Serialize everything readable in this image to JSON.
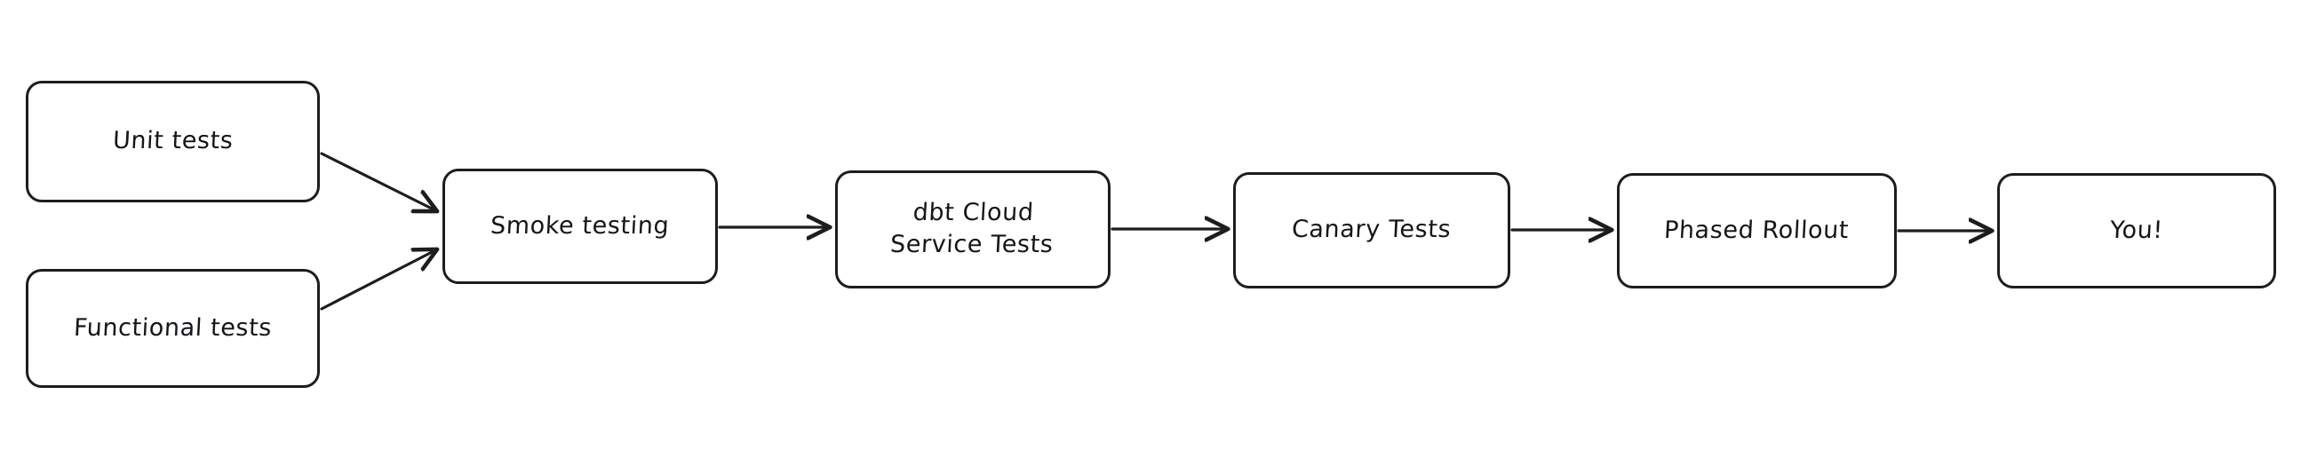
{
  "diagram": {
    "type": "flowchart",
    "orientation": "left-to-right",
    "background_color": "#ffffff",
    "node_fill_color": "#ffffff",
    "node_border_color": "#1d1d1d",
    "edge_color": "#1d1d1d",
    "text_color": "#15161a",
    "nodes": [
      {
        "id": "unit-tests",
        "label": "Unit tests"
      },
      {
        "id": "functional-tests",
        "label": "Functional tests"
      },
      {
        "id": "smoke-testing",
        "label": "Smoke testing"
      },
      {
        "id": "dbt-service-tests",
        "label": "dbt Cloud\nService Tests"
      },
      {
        "id": "canary-tests",
        "label": "Canary Tests"
      },
      {
        "id": "phased-rollout",
        "label": "Phased Rollout"
      },
      {
        "id": "you",
        "label": "You!"
      }
    ],
    "edges": [
      {
        "from": "unit-tests",
        "to": "smoke-testing",
        "arrowhead": true
      },
      {
        "from": "functional-tests",
        "to": "smoke-testing",
        "arrowhead": true
      },
      {
        "from": "smoke-testing",
        "to": "dbt-service-tests",
        "arrowhead": true
      },
      {
        "from": "dbt-service-tests",
        "to": "canary-tests",
        "arrowhead": true
      },
      {
        "from": "canary-tests",
        "to": "phased-rollout",
        "arrowhead": true
      },
      {
        "from": "phased-rollout",
        "to": "you",
        "arrowhead": true
      }
    ]
  }
}
